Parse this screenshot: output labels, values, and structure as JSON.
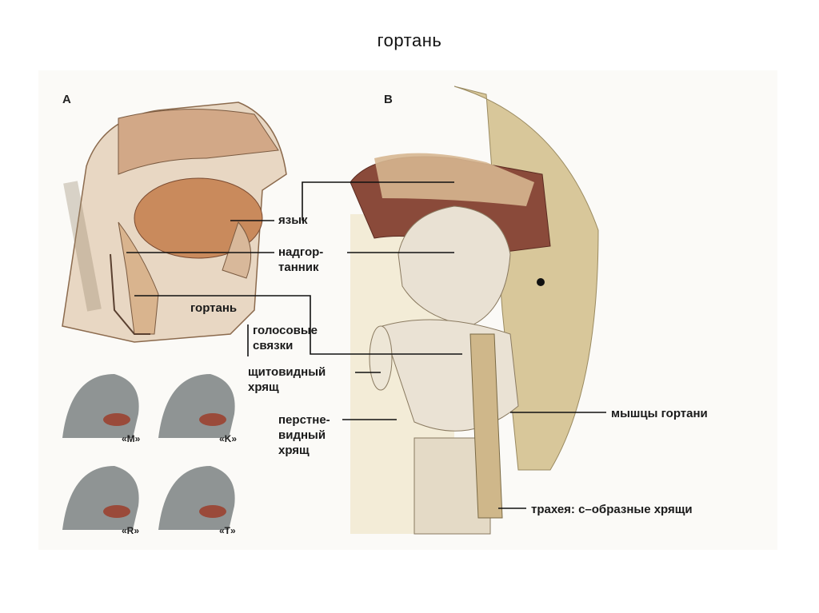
{
  "title": "гортань",
  "panels": {
    "a": "A",
    "b": "B"
  },
  "labels": {
    "tongue": "язык",
    "epiglottis": "надгор-\nтанник",
    "larynx": "гортань",
    "vocal_cords": "голосовые\nсвязки",
    "thyroid": "щитовидный\nхрящ",
    "cricoid": "перстне-\nвидный\nхрящ",
    "muscles": "мышцы гортани",
    "trachea": "трахея: с–образные хрящи"
  },
  "sounds": [
    "«M»",
    "«K»",
    "«R»",
    "«T»"
  ],
  "colors": {
    "tissue": "#d9b48e",
    "tongue": "#c98a5c",
    "cartilage": "#e9e1d3",
    "red_tissue": "#8a4a3a",
    "muscle": "#d8c79a",
    "head_gray": "#8f9494"
  }
}
